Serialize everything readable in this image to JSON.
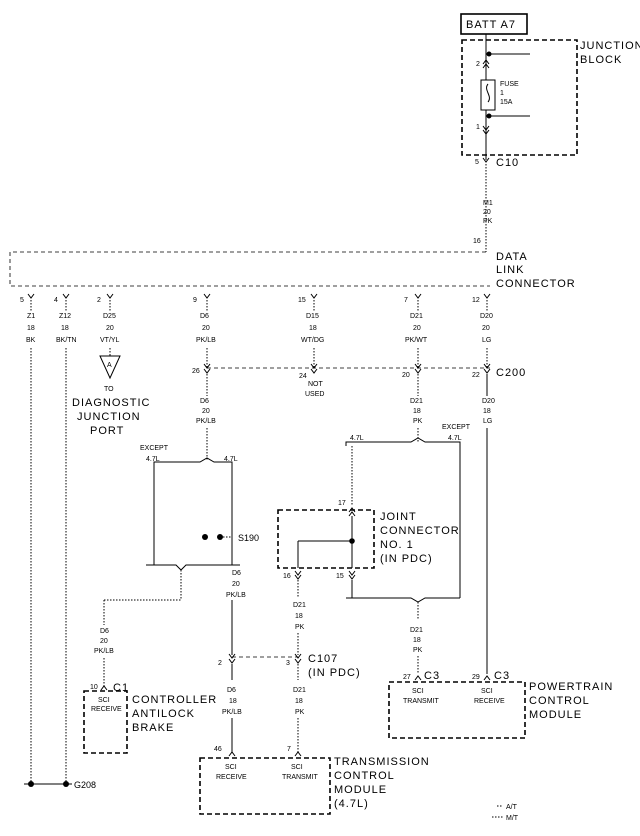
{
  "batt_label": "BATT A7",
  "junction_block": {
    "line1": "JUNCTION",
    "line2": "BLOCK",
    "pin_top": "2",
    "pin_bottom": "1",
    "out_pin": "5",
    "connector": "C10"
  },
  "fuse": {
    "label": "FUSE",
    "num": "1",
    "rating": "15A"
  },
  "m1": {
    "circuit": "M1",
    "gauge": "20",
    "color": "PK"
  },
  "dlc": {
    "line1": "DATA",
    "line2": "LINK",
    "line3": "CONNECTOR",
    "pin16": "16"
  },
  "wires": [
    {
      "pin": "5",
      "circuit": "Z1",
      "gauge": "18",
      "color": "BK"
    },
    {
      "pin": "4",
      "circuit": "Z12",
      "gauge": "18",
      "color": "BK/TN"
    },
    {
      "pin": "2",
      "circuit": "D25",
      "gauge": "20",
      "color": "VT/YL"
    },
    {
      "pin": "9",
      "circuit": "D6",
      "gauge": "20",
      "color": "PK/LB"
    },
    {
      "pin": "15",
      "circuit": "D15",
      "gauge": "18",
      "color": "WT/DG"
    },
    {
      "pin": "7",
      "circuit": "D21",
      "gauge": "20",
      "color": "PK/WT"
    },
    {
      "pin": "12",
      "circuit": "D20",
      "gauge": "20",
      "color": "LG"
    }
  ],
  "diag_port": {
    "symbol": "A",
    "line1": "TO",
    "line2": "DIAGNOSTIC",
    "line3": "JUNCTION",
    "line4": "PORT"
  },
  "c200": {
    "label": "C200",
    "pin26": "26",
    "pin24": "24",
    "pin20": "20",
    "pin22": "22",
    "not_used_1": "NOT",
    "not_used_2": "USED"
  },
  "d6_below": {
    "circuit": "D6",
    "gauge": "20",
    "color": "PK/LB"
  },
  "d21_below": {
    "circuit": "D21",
    "gauge": "18",
    "color": "PK"
  },
  "d20_below": {
    "circuit": "D20",
    "gauge": "18",
    "color": "LG"
  },
  "except_left": {
    "except": "EXCEPT",
    "a": "4.7L",
    "b": "4.7L"
  },
  "except_right": {
    "except": "EXCEPT",
    "a": "4.7L",
    "b": "4.7L"
  },
  "s190": "S190",
  "d6_after_splice": {
    "circuit": "D6",
    "gauge": "20",
    "color": "PK/LB"
  },
  "joint_connector": {
    "line1": "JOINT",
    "line2": "CONNECTOR",
    "line3": "NO. 1",
    "line4": "(IN PDC)",
    "pin17": "17",
    "pin16": "16",
    "pin15": "15"
  },
  "d21_jc": {
    "circuit": "D21",
    "gauge": "18",
    "color": "PK"
  },
  "d21_pcm": {
    "circuit": "D21",
    "gauge": "18",
    "color": "PK"
  },
  "d6_abs": {
    "circuit": "D6",
    "gauge": "20",
    "color": "PK/LB"
  },
  "c107": {
    "line1": "C107",
    "line2": "(IN PDC)",
    "pin2": "2",
    "pin3": "3"
  },
  "d6_tcm": {
    "circuit": "D6",
    "gauge": "18",
    "color": "PK/LB"
  },
  "d21_tcm": {
    "circuit": "D21",
    "gauge": "18",
    "color": "PK"
  },
  "abs": {
    "pin": "10",
    "connector": "C1",
    "sci1": "SCI",
    "sci2": "RECEIVE",
    "line1": "CONTROLLER",
    "line2": "ANTILOCK",
    "line3": "BRAKE"
  },
  "pcm": {
    "pin27": "27",
    "conn27": "C3",
    "pin29": "29",
    "conn29": "C3",
    "t1": "SCI",
    "t2": "TRANSMIT",
    "r1": "SCI",
    "r2": "RECEIVE",
    "line1": "POWERTRAIN",
    "line2": "CONTROL",
    "line3": "MODULE"
  },
  "tcm": {
    "pin46": "46",
    "pin7": "7",
    "r1": "SCI",
    "r2": "RECEIVE",
    "t1": "SCI",
    "t2": "TRANSMIT",
    "line1": "TRANSMISSION",
    "line2": "CONTROL",
    "line3": "MODULE",
    "line4": "(4.7L)"
  },
  "ground": "G208",
  "legend": {
    "at": "A/T",
    "mt": "M/T"
  }
}
